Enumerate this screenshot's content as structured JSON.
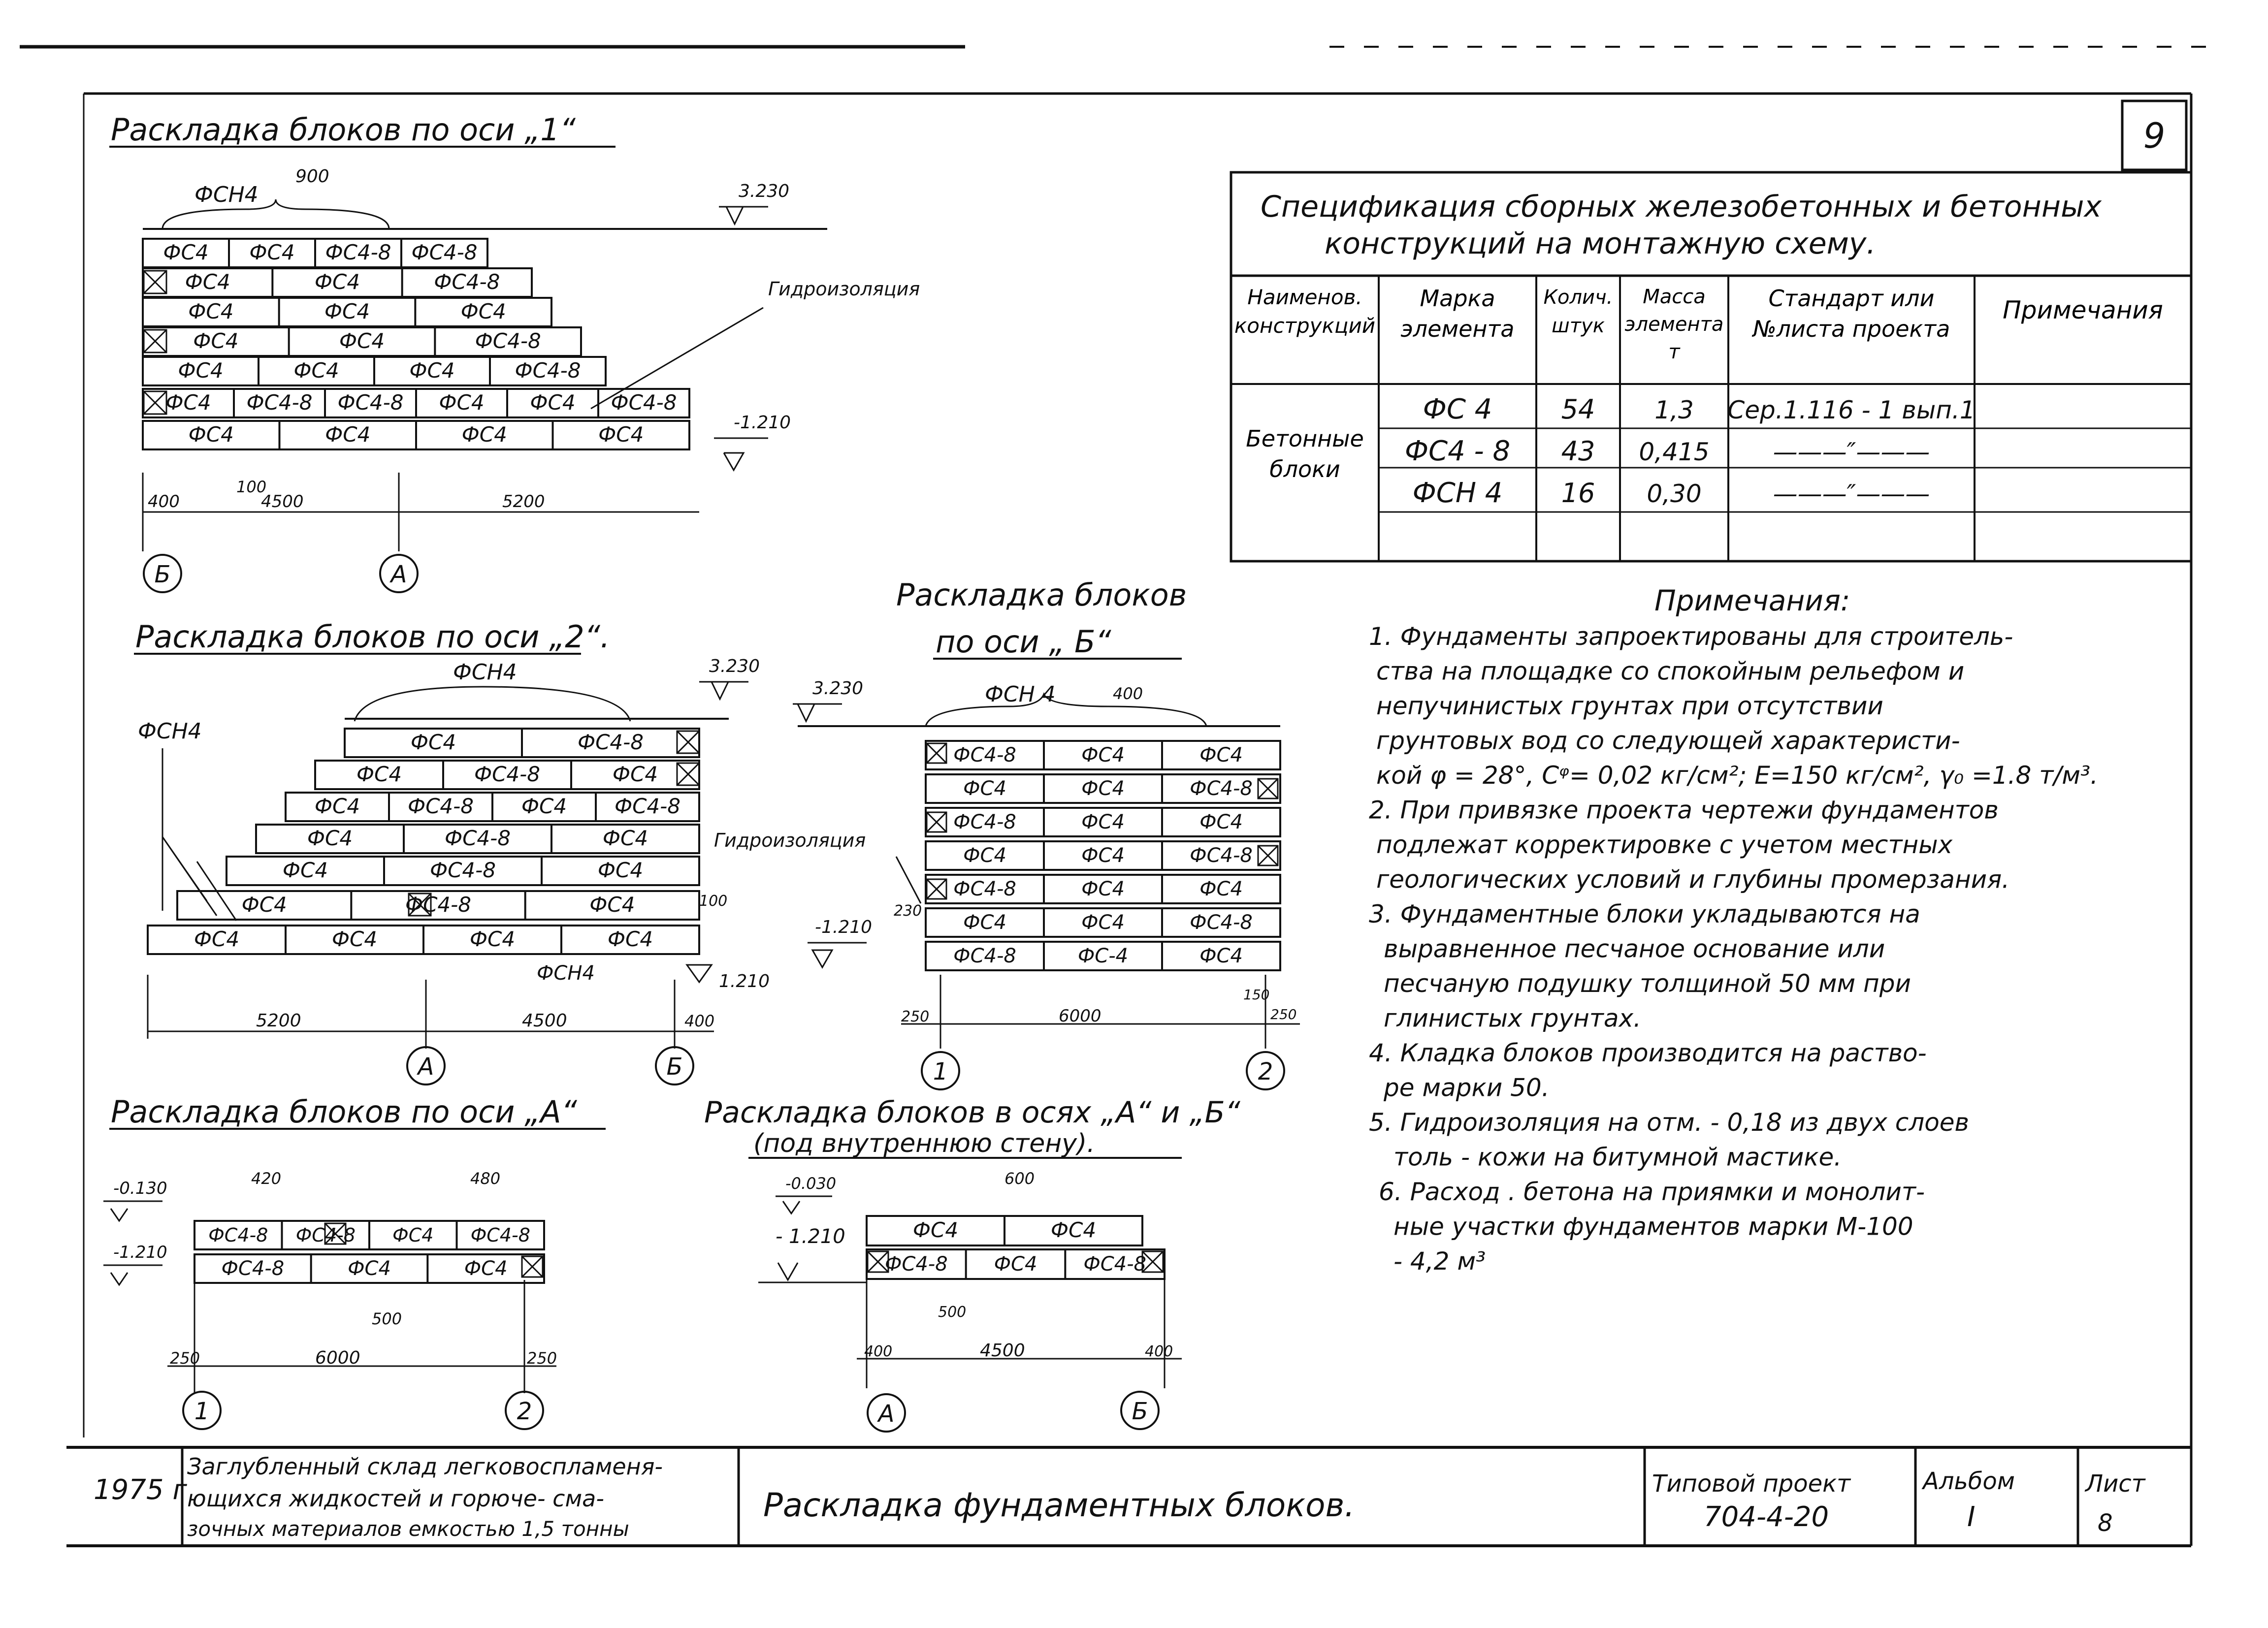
{
  "sheet_number": "9",
  "axis_labels": {
    "A": "А",
    "B": "Б",
    "one": "1",
    "two": "2"
  },
  "axis1": {
    "title": "Раскладка блоков по оси „1“",
    "top_label": "ФСН4",
    "top_dim": "900",
    "top_level": "3.230",
    "bottom_level": "-1.210",
    "isolation": "Гидроизоляция",
    "dims": [
      "400",
      "4500",
      "5200"
    ],
    "dim_small": "100",
    "rows": [
      [
        "ФС4",
        "ФС4",
        "ФС4-8",
        "ФС4-8"
      ],
      [
        "ФС4",
        "ФС4",
        "ФС4-8"
      ],
      [
        "ФС4",
        "ФС4",
        "ФС4"
      ],
      [
        "ФС4",
        "ФС4",
        "ФС4-8"
      ],
      [
        "ФС4",
        "ФС4",
        "ФС4",
        "ФС4-8"
      ],
      [
        "ФС4",
        "ФС4-8",
        "ФС4-8",
        "ФС4",
        "ФС4",
        "ФС4-8"
      ],
      [
        "ФС4",
        "ФС4",
        "ФС4",
        "ФС4"
      ]
    ]
  },
  "axis2": {
    "title": "Раскладка блоков по оси „2“.",
    "top_label": "ФСН4",
    "left_label": "ФСН4",
    "mid_label": "ФСН4",
    "top_level": "3.230",
    "bottom_level": "1.210",
    "dim_100": "100",
    "dims": [
      "5200",
      "4500",
      "400"
    ],
    "rows": [
      [
        "ФС4",
        "ФС4-8"
      ],
      [
        "ФС4",
        "ФС4-8",
        "ФС4"
      ],
      [
        "ФС4",
        "ФС4-8",
        "ФС4",
        "ФС4-8"
      ],
      [
        "ФС4",
        "ФС4-8",
        "ФС4"
      ],
      [
        "ФС4",
        "ФС4-8",
        "ФС4"
      ],
      [
        "ФС4",
        "ФС4-8",
        "ФС4"
      ],
      [
        "ФС4",
        "ФС4",
        "ФС4",
        "ФС4"
      ]
    ]
  },
  "axisB": {
    "title1": "Раскладка блоков",
    "title2": "по оси „ Б“",
    "top_label": "ФСН 4",
    "top_dim": "400",
    "top_level": "3.230",
    "bottom_level": "-1.210",
    "isolation": "Гидроизоляция",
    "dim_230": "230",
    "dims": [
      "250",
      "6000",
      "150",
      "250"
    ],
    "rows": [
      [
        "ФС4-8",
        "ФС4",
        "ФС4"
      ],
      [
        "ФС4",
        "ФС4",
        "ФС4-8"
      ],
      [
        "ФС4-8",
        "ФС4",
        "ФС4"
      ],
      [
        "ФС4",
        "ФС4",
        "ФС4-8"
      ],
      [
        "ФС4-8",
        "ФС4",
        "ФС4"
      ],
      [
        "ФС4",
        "ФС4",
        "ФС4-8"
      ],
      [
        "ФС4-8",
        "ФС-4",
        "ФС4"
      ]
    ]
  },
  "axisA": {
    "title": "Раскладка блоков по оси „А“",
    "level_top": "-0.130",
    "level_bottom": "-1.210",
    "dims": [
      "420",
      "480",
      "500",
      "250",
      "6000",
      "250"
    ],
    "rows": [
      [
        "ФС4-8",
        "ФС4-8",
        "ФС4",
        "ФС4-8"
      ],
      [
        "ФС4-8",
        "ФС4",
        "ФС4"
      ]
    ]
  },
  "axesAB": {
    "title1": "Раскладка блоков в осях „А“ и „Б“",
    "title2": "(под внутреннюю стену).",
    "level_top": "-0.030",
    "level_bottom": "- 1.210",
    "dims": [
      "600",
      "500",
      "400",
      "4500",
      "400"
    ],
    "rows": [
      [
        "ФС4",
        "ФС4"
      ],
      [
        "ФС4-8",
        "ФС4",
        "ФС4-8"
      ]
    ]
  },
  "spec": {
    "title1": "Спецификация сборных железобетонных и бетонных",
    "title2": "конструкций на монтажную схему.",
    "headers": [
      "Наименов. конструкций",
      "Марка элемента",
      "Колич. штук",
      "Масса элемента т",
      "Стандарт или №листа проекта",
      "Примечания"
    ],
    "group": "Бетонные блоки",
    "rows": [
      {
        "mark": "ФС 4",
        "qty": "54",
        "mass": "1,3",
        "std": "Сер.1.116 - 1 вып.1"
      },
      {
        "mark": "ФС4 - 8",
        "qty": "43",
        "mass": "0,415",
        "std": "———″———"
      },
      {
        "mark": "ФСН 4",
        "qty": "16",
        "mass": "0,30",
        "std": "———″———"
      }
    ]
  },
  "notes": {
    "title": "Примечания:",
    "lines": [
      "1. Фундаменты запроектированы для строитель-",
      "ства на площадке со спокойным рельефом и",
      "непучинистых грунтах при отсутствии",
      "грунтовых вод со следующей характеристи-",
      "кой φ = 28°, Сᵠ= 0,02 кг/см²; Е=150 кг/см², γ₀ =1.8 т/м³.",
      "2. При привязке проекта чертежи фундаментов",
      "подлежат корректировке с учетом местных",
      "геологических условий и глубины промерзания.",
      "3. Фундаментные блоки укладываются на",
      "выравненное песчаное основание или",
      "песчаную подушку толщиной 50 мм при",
      "глинистых грунтах.",
      "4. Кладка блоков производится на раство-",
      "ре марки 50.",
      "5. Гидроизоляция на отм. - 0,18 из двух слоев",
      "толь - кожи на битумной мастике.",
      "6. Расход . бетона на приямки и монолит-",
      "ные участки фундаментов марки М-100",
      "- 4,2 м³"
    ]
  },
  "title_block": {
    "year": "1975 г",
    "object_lines": [
      "Заглубленный склад легковоспламеня-",
      "ющихся жидкостей и горюче- сма-",
      "зочных материалов емкостью 1,5 тонны"
    ],
    "drawing_title": "Раскладка фундаментных блоков.",
    "project_label": "Типовой проект",
    "project_number": "704-4-20",
    "album_label": "Альбом",
    "album_number": "I",
    "sheet_label": "Лист",
    "sheet_value": "8"
  }
}
